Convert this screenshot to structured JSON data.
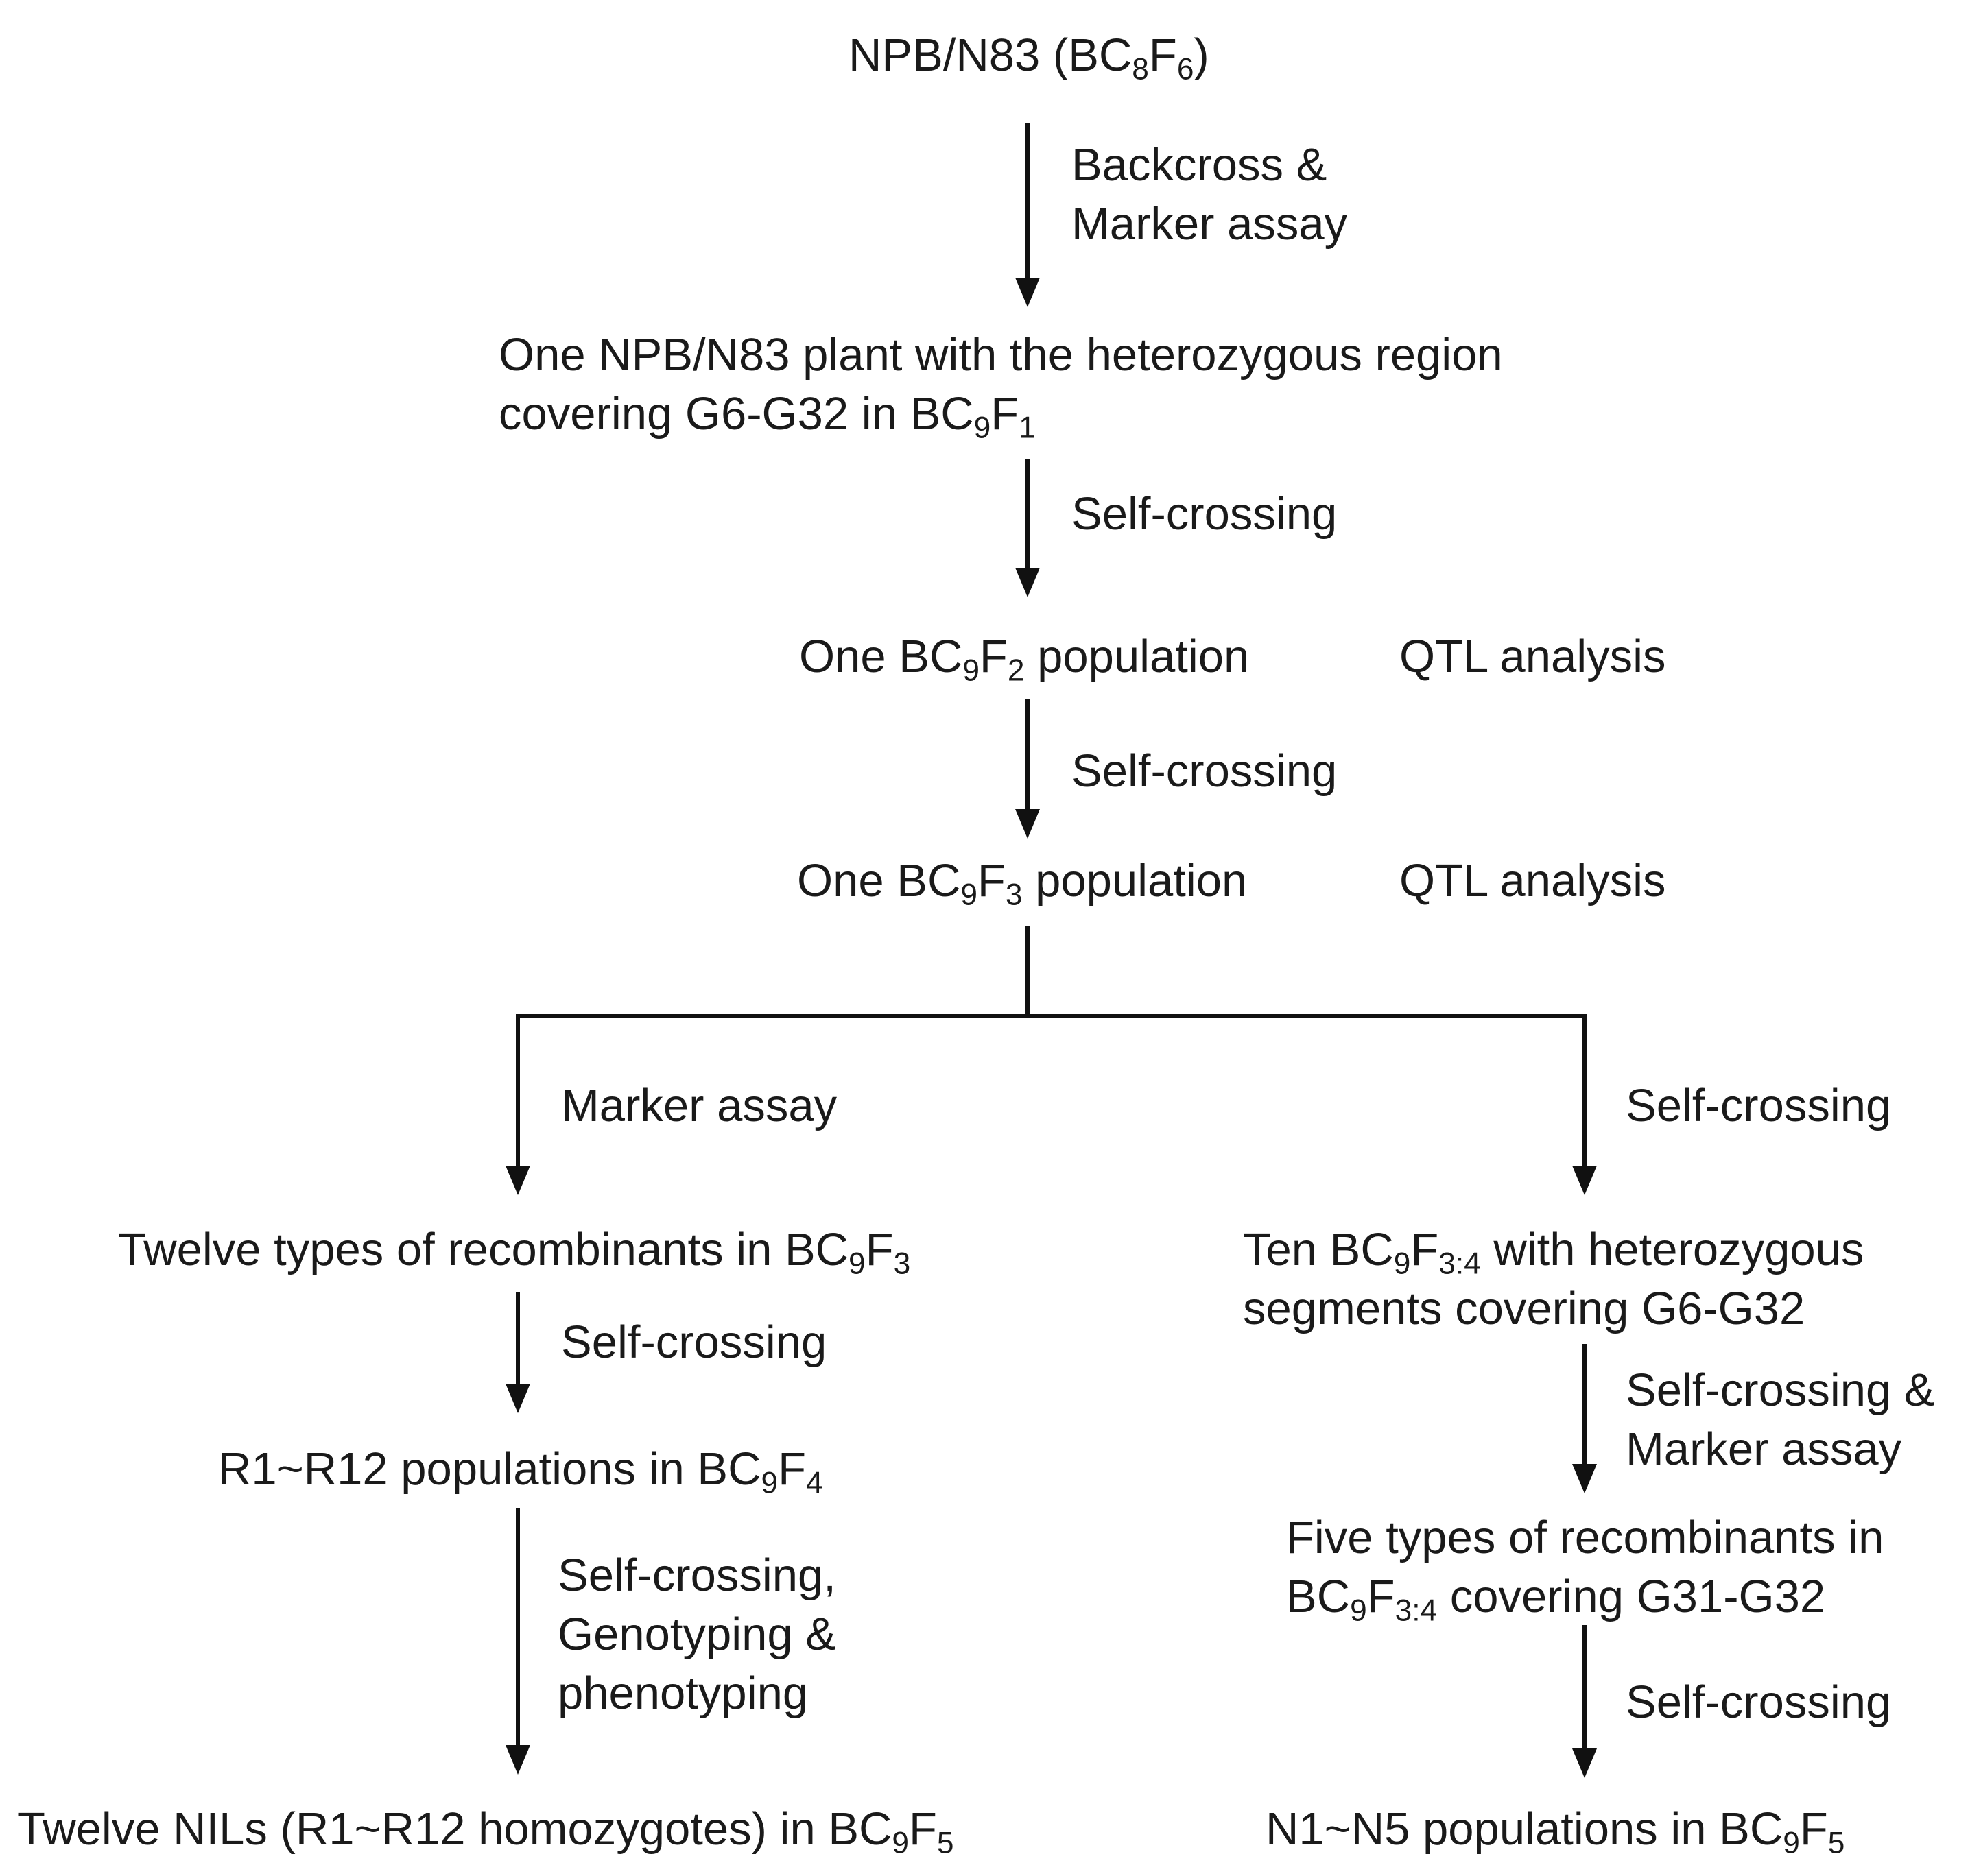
{
  "nodes": {
    "start": {
      "pre": "NPB/N83 (BC",
      "sub1": "8",
      "mid": "F",
      "sub2": "6",
      "post": ")"
    },
    "bc9f1": {
      "line1": "One NPB/N83 plant with the heterozygous region",
      "line2_pre": "covering G6-G32 in BC",
      "sub1": "9",
      "mid": "F",
      "sub2": "1"
    },
    "bc9f2": {
      "pre": "One BC",
      "sub1": "9",
      "mid": "F",
      "sub2": "2",
      "post": " population"
    },
    "bc9f3": {
      "pre": "One BC",
      "sub1": "9",
      "mid": "F",
      "sub2": "3",
      "post": " population"
    },
    "left1": {
      "pre": "Twelve types of recombinants in BC",
      "sub1": "9",
      "mid": "F",
      "sub2": "3"
    },
    "left2": {
      "pre": "R1~R12 populations in BC",
      "sub1": "9",
      "mid": "F",
      "sub2": "4"
    },
    "left3": {
      "pre": "Twelve NILs (R1~R12 homozygotes) in BC",
      "sub1": "9",
      "mid": "F",
      "sub2": "5"
    },
    "right1": {
      "pre": "Ten BC",
      "sub1": "9",
      "mid": "F",
      "sub2": "3:4",
      "post": " with heterozygous",
      "line2": "segments covering G6-G32"
    },
    "right2": {
      "line1": "Five types of recombinants in",
      "pre": "BC",
      "sub1": "9",
      "mid": "F",
      "sub2": "3:4",
      "post": " covering G31-G32"
    },
    "right3": {
      "pre": "N1~N5 populations in BC",
      "sub1": "9",
      "mid": "F",
      "sub2": "5"
    }
  },
  "side_labels": {
    "qtl_f2": "QTL analysis",
    "qtl_f3": "QTL analysis"
  },
  "edge_labels": {
    "e1_line1": "Backcross &",
    "e1_line2": "Marker assay",
    "e2": "Self-crossing",
    "e3": "Self-crossing",
    "left_branch": "Marker assay",
    "right_branch": "Self-crossing",
    "left_e2": "Self-crossing",
    "left_e3_line1": "Self-crossing,",
    "left_e3_line2": "Genotyping &",
    "left_e3_line3": "phenotyping",
    "right_e2_line1": "Self-crossing &",
    "right_e2_line2": "Marker assay",
    "right_e3": "Self-crossing"
  },
  "colors": {
    "text": "#1a1a1a",
    "line": "#111111",
    "background": "#ffffff"
  }
}
